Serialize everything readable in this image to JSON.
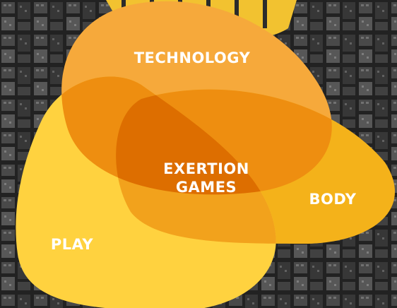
{
  "diagram": {
    "labels": {
      "technology": "TECHNOLOGY",
      "body": "BODY",
      "play": "PLAY",
      "center_line1": "EXERTION",
      "center_line2": "GAMES"
    },
    "colors": {
      "technology": "#f6a93b",
      "body": "#f4b21a",
      "play": "#ffd23f",
      "overlap": "#ee8e10",
      "center": "#dd6e00",
      "label_text": "#ffffff",
      "background_aerial": "#2b2b2b",
      "accent_top": "#f2c230"
    }
  }
}
